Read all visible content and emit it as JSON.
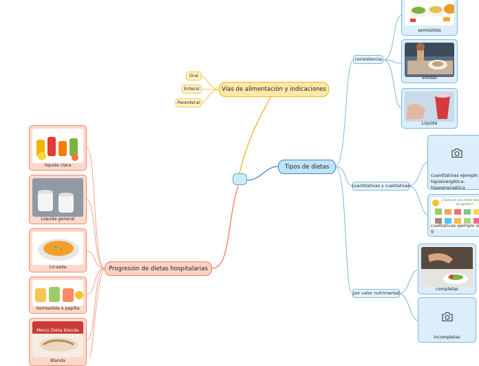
{
  "center": {
    "label": ""
  },
  "vias": {
    "title": "Vías de alimentación y indicaciones",
    "items": [
      "Oral",
      "Enteral",
      "Parenteral"
    ]
  },
  "tipos": {
    "title": "Tipos de dietas",
    "consistencia": {
      "label": "consistencia",
      "cards": [
        "semisólida",
        "solidas",
        "Liquida"
      ]
    },
    "cuanti": {
      "label": "cuantitativas y cualitativas",
      "cards": [
        "cuantitativas ejemplo hipoenergética-hiperenergética",
        "cualitativas ejemplo  sin g"
      ],
      "infographic_title": "¿Como es una dieta saludable sin gluten?"
    },
    "valor": {
      "label": "por valor nutrimental",
      "cards": [
        "completas",
        "incompletas"
      ]
    }
  },
  "progresion": {
    "title": "Progresión de dietas hospitalarias",
    "cards": [
      "liquida clara",
      "Liquida general",
      "Licuada",
      "Semisolida o papilla",
      "Blanda"
    ],
    "menu_text": "Menú Dieta blanda"
  },
  "icons": {
    "camera": "camera-icon"
  },
  "colors": {
    "yellow_branch": "#f2b31c",
    "blue_branch": "#3d86c6",
    "red_branch": "#ef7a55"
  }
}
